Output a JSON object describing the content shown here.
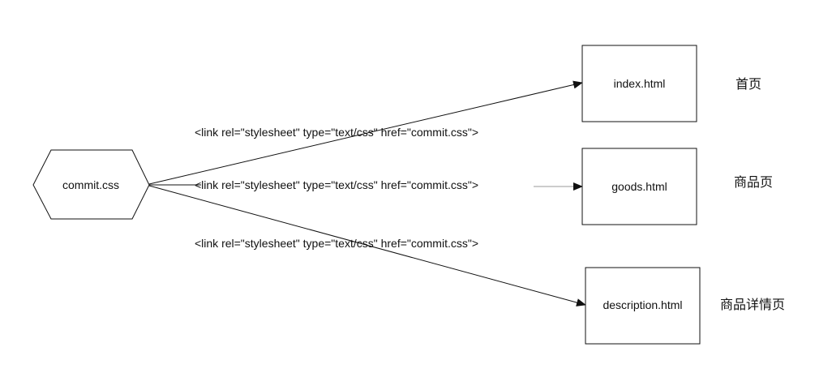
{
  "source": {
    "label": "commit.css"
  },
  "pages": [
    {
      "file": "index.html",
      "caption": "首页"
    },
    {
      "file": "goods.html",
      "caption": "商品页"
    },
    {
      "file": "description.html",
      "caption": "商品详情页"
    }
  ],
  "links": [
    {
      "text": "<link rel=\"stylesheet\" type=\"text/css\" href=\"commit.css\">"
    },
    {
      "text": "<link rel=\"stylesheet\" type=\"text/css\" href=\"commit.css\">"
    },
    {
      "text": "<link rel=\"stylesheet\" type=\"text/css\" href=\"commit.css\">"
    }
  ],
  "colors": {
    "stroke": "#111111",
    "stroke_light": "#9a9a9a",
    "background": "#ffffff"
  }
}
